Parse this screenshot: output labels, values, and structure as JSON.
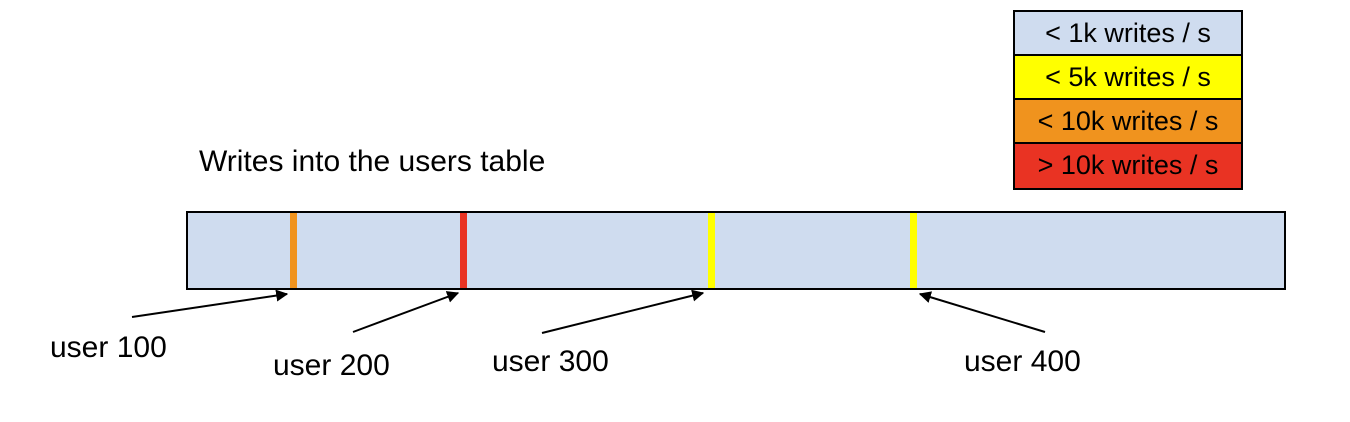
{
  "title": "Writes into the users table",
  "band": {
    "fill": "#cfdcef"
  },
  "legend": {
    "items": [
      {
        "label": "< 1k writes / s",
        "color": "#cfdcef"
      },
      {
        "label": "< 5k writes / s",
        "color": "#ffff00"
      },
      {
        "label": "< 10k writes / s",
        "color": "#f0931e"
      },
      {
        "label": "> 10k writes / s",
        "color": "#e93323"
      }
    ]
  },
  "hotspots": [
    {
      "label": "user 100",
      "category": "< 10k writes / s",
      "color": "#f0931e"
    },
    {
      "label": "user 200",
      "category": "> 10k writes / s",
      "color": "#e93323"
    },
    {
      "label": "user 300",
      "category": "< 5k writes / s",
      "color": "#ffff00"
    },
    {
      "label": "user 400",
      "category": "< 5k writes / s",
      "color": "#ffff00"
    }
  ]
}
